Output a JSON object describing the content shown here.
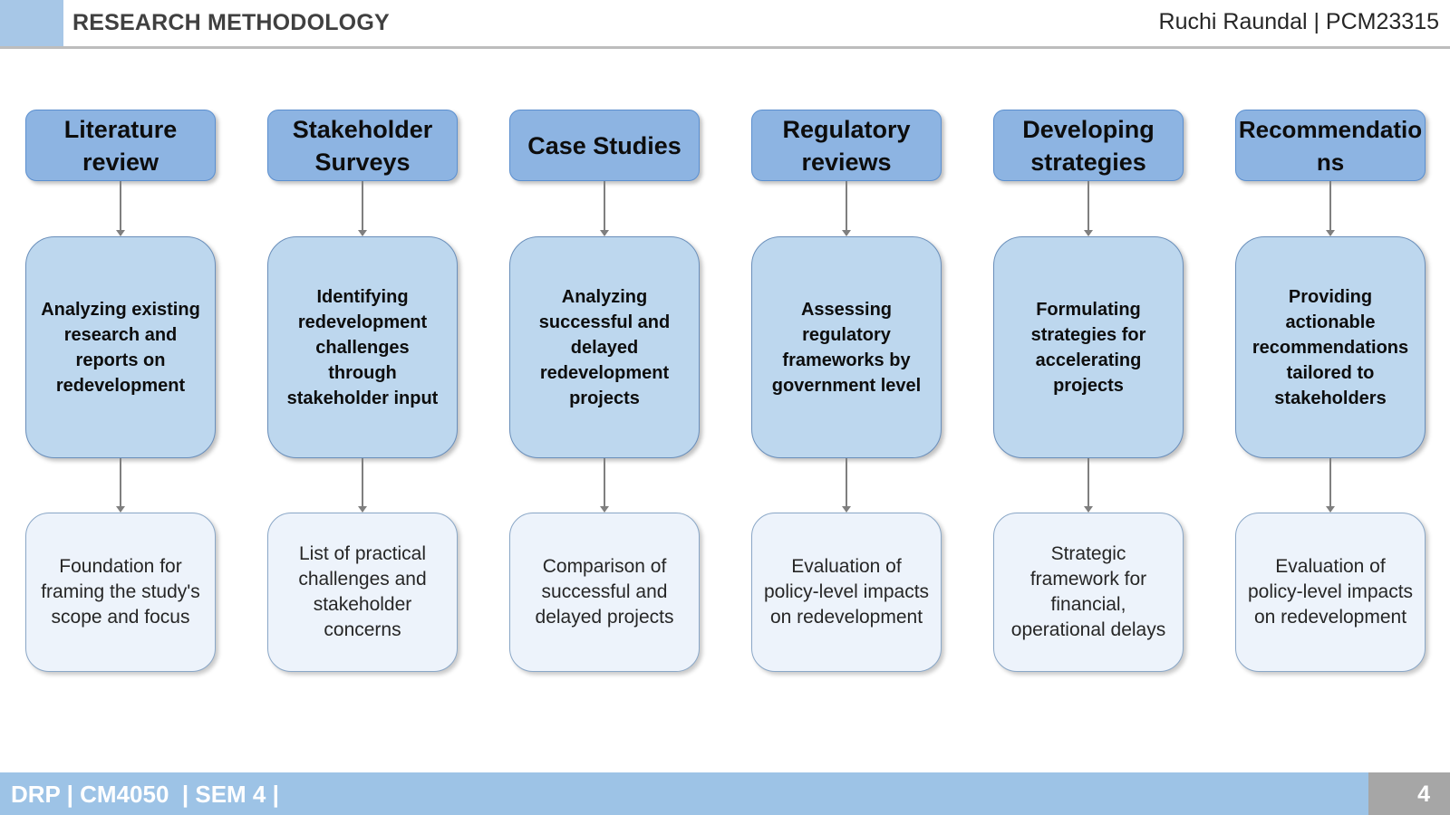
{
  "header": {
    "title": "RESEARCH METHODOLOGY",
    "author": "Ruchi Raundal | PCM23315"
  },
  "columns": [
    {
      "title": "Literature review",
      "description": "Analyzing existing research and reports on redevelopment",
      "outcome": "Foundation for framing the study's scope and focus"
    },
    {
      "title": "Stakeholder Surveys",
      "description": "Identifying redevelopment challenges through stakeholder input",
      "outcome": "List of practical challenges and stakeholder concerns"
    },
    {
      "title": "Case Studies",
      "description": "Analyzing successful and delayed redevelopment projects",
      "outcome": "Comparison of successful and delayed projects"
    },
    {
      "title": "Regulatory reviews",
      "description": "Assessing regulatory frameworks by government level",
      "outcome": "Evaluation of policy-level impacts on redevelopment"
    },
    {
      "title": "Developing strategies",
      "description": "Formulating strategies for accelerating projects",
      "outcome": "Strategic framework for financial, operational delays"
    },
    {
      "title": "Recommendations",
      "description": "Providing actionable recommendations tailored to stakeholders",
      "outcome": "Evaluation of policy-level impacts on redevelopment"
    }
  ],
  "footer": {
    "text": "DRP | CM4050  | SEM 4 |",
    "page_number": "4"
  },
  "colors": {
    "accent": "#a7c7e7",
    "title_box": "#8db4e2",
    "description_box": "#bdd7ee",
    "outcome_box": "#edf3fb",
    "footer_bar": "#9dc3e6",
    "page_box": "#a6a6a6"
  }
}
